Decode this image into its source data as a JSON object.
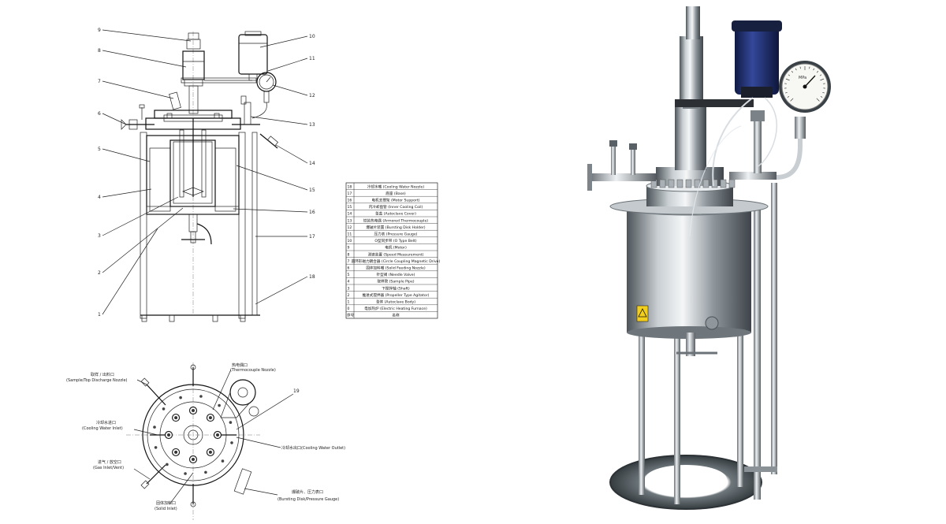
{
  "front_view": {
    "callouts_left": [
      {
        "num": "9"
      },
      {
        "num": "8"
      },
      {
        "num": "7"
      },
      {
        "num": "6"
      },
      {
        "num": "5"
      },
      {
        "num": "4"
      },
      {
        "num": "3"
      },
      {
        "num": "2"
      },
      {
        "num": "1"
      }
    ],
    "callouts_right": [
      {
        "num": "10"
      },
      {
        "num": "11"
      },
      {
        "num": "12"
      },
      {
        "num": "13"
      },
      {
        "num": "14"
      },
      {
        "num": "15"
      },
      {
        "num": "16"
      },
      {
        "num": "17"
      },
      {
        "num": "18"
      }
    ]
  },
  "legend": {
    "header_num": "序号",
    "header_name": "名称",
    "rows": [
      {
        "num": "18",
        "name": "冷却水嘴 (Cooling Water Nozzle)"
      },
      {
        "num": "17",
        "name": "底座 (Base)"
      },
      {
        "num": "16",
        "name": "电机支撑架 (Motor Support)"
      },
      {
        "num": "15",
        "name": "内冷却盘管 (Inner Cooling Coil)"
      },
      {
        "num": "14",
        "name": "釜盖 (Autoclave Cover)"
      },
      {
        "num": "13",
        "name": "铠装热电偶 (Armored Thermocouple)"
      },
      {
        "num": "12",
        "name": "爆破片装置 (Bursting Disk Holder)"
      },
      {
        "num": "11",
        "name": "压力表 (Pressure Gauge)"
      },
      {
        "num": "10",
        "name": "O型同步带 (O Type Belt)"
      },
      {
        "num": "9",
        "name": "电机 (Motor)"
      },
      {
        "num": "8",
        "name": "测速装置 (Speed Measurement)"
      },
      {
        "num": "7",
        "name": "圆环形磁力耦合器 (Circle Coupling Magnetic Drive)"
      },
      {
        "num": "6",
        "name": "固体加料嘴 (Solid Feeding Nozzle)"
      },
      {
        "num": "5",
        "name": "针型阀 (Needle Valve)"
      },
      {
        "num": "4",
        "name": "取样管 (Sample Pipe)"
      },
      {
        "num": "3",
        "name": "下搅拌轴 (Shaft)"
      },
      {
        "num": "2",
        "name": "推进式搅拌器 (Propeller Type Agitator)"
      },
      {
        "num": "1",
        "name": "釜体 (Autoclave Body)"
      },
      {
        "num": "0",
        "name": "电加热炉 (Electric Heating Furnace)"
      }
    ]
  },
  "top_view": {
    "labels": {
      "sample_cn": "取样 / 出料口",
      "sample_en": "(Sample/Top Discharge Nozzle)",
      "thermo_cn": "热电偶口",
      "thermo_en": "(Thermocouple Nozzle)",
      "num19": "19",
      "cooling_in_cn": "冷却水进口",
      "cooling_in_en": "(Cooling Water Inlet)",
      "cooling_out": "冷却水出口(Cooling Water Outlet)",
      "gas_cn": "进气 / 放空口",
      "gas_en": "(Gas Inlet/Vent)",
      "solid_cn": "固体加料口",
      "solid_en": "(Solid Inlet)",
      "burst_cn": "爆破片、压力表口",
      "burst_en": "(Bursting Disk/Pressure Gauge)"
    }
  },
  "photo": {
    "gauge_unit": "MPa"
  },
  "colors": {
    "steel_dark": "#5c6268",
    "steel_mid": "#9aa1a7",
    "steel_light": "#e4e8eb",
    "motor_blue": "#1f2c6b",
    "base_plate": "#4a5358",
    "warning_yellow": "#f2cf1d"
  }
}
